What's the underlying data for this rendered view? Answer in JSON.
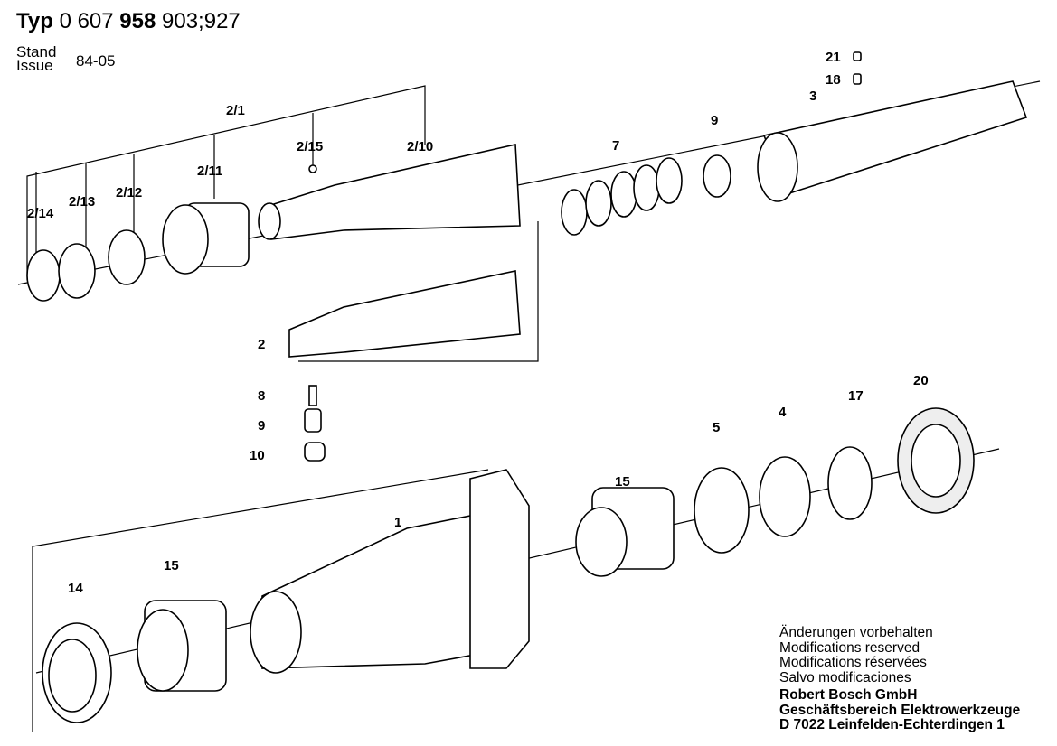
{
  "header": {
    "typ_label": "Typ",
    "num1": "0 607",
    "num2": "958",
    "num3": "903;927",
    "stand_label": "Stand",
    "issue_label": "Issue",
    "issue_value": "84-05"
  },
  "callouts": {
    "c2_1": "2/1",
    "c2_15": "2/15",
    "c2_10": "2/10",
    "c2_11": "2/11",
    "c2_12": "2/12",
    "c2_13": "2/13",
    "c2_14": "2/14",
    "c7": "7",
    "c9a": "9",
    "c21": "21",
    "c18": "18",
    "c3": "3",
    "c2": "2",
    "c8": "8",
    "c9b": "9",
    "c10": "10",
    "c1": "1",
    "c15a": "15",
    "c5": "5",
    "c4": "4",
    "c17": "17",
    "c20": "20",
    "c15b": "15",
    "c14": "14"
  },
  "notes": {
    "de": "Änderungen vorbehalten",
    "en": "Modifications reserved",
    "fr": "Modifications réservées",
    "es": "Salvo modificaciones",
    "company": "Robert Bosch GmbH",
    "division": "Geschäftsbereich Elektrowerkzeuge",
    "address": "D 7022 Leinfelden-Echterdingen 1"
  }
}
